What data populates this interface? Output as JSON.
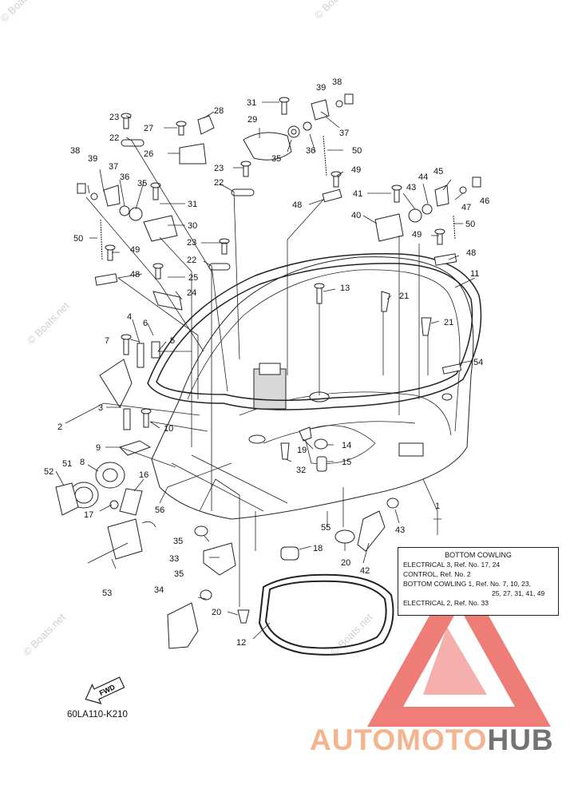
{
  "diagram": {
    "code": "60LA110-K210",
    "fwd_label": "FWD",
    "watermark": "© Boats.net",
    "callouts": [
      "1",
      "2",
      "3",
      "4",
      "5",
      "6",
      "7",
      "8",
      "9",
      "10",
      "11",
      "12",
      "13",
      "14",
      "15",
      "16",
      "17",
      "18",
      "19",
      "20",
      "21",
      "22",
      "23",
      "24",
      "25",
      "26",
      "27",
      "28",
      "29",
      "30",
      "31",
      "32",
      "33",
      "34",
      "35",
      "36",
      "37",
      "38",
      "39",
      "40",
      "41",
      "42",
      "43",
      "44",
      "45",
      "46",
      "47",
      "48",
      "49",
      "50",
      "51",
      "52",
      "53",
      "54",
      "55",
      "56"
    ]
  },
  "legend": {
    "title": "BOTTOM COWLING",
    "line1": "ELECTRICAL 3,   Ref. No. 17, 24",
    "line2": "CONTROL, Ref. No. 2",
    "line3": "BOTTOM COWLING 1,  Ref. No. 7, 10, 23,",
    "line4": "25, 27, 31, 41, 49",
    "line5": "ELECTRICAL 2,  Ref. No. 33"
  },
  "brand": {
    "part1": "AUTOMOTO",
    "part2": "HUB",
    "color_primary": "#f4b48f",
    "color_secondary": "#737373",
    "logo_color": "#e8504a"
  }
}
